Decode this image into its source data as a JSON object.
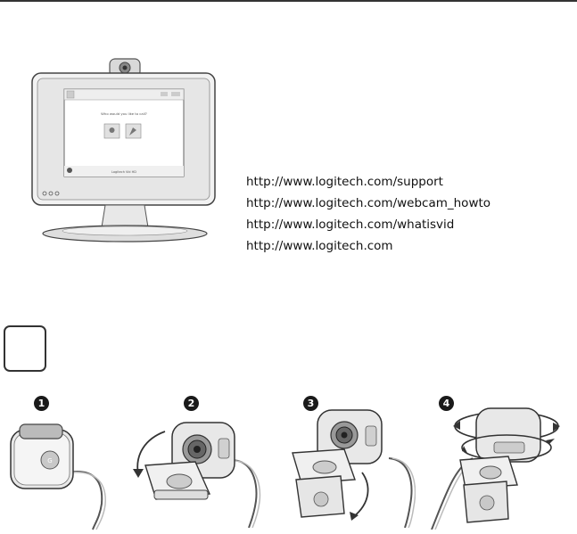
{
  "links": [
    "http://www.logitech.com/support",
    "http://www.logitech.com/webcam_howto",
    "http://www.logitech.com/whatisvid",
    "http://www.logitech.com"
  ],
  "monitor_screen": {
    "question": "Who would you like to call?",
    "footer": "Logitech Vid HD"
  },
  "steps": [
    "1",
    "2",
    "3",
    "4"
  ],
  "icons": {
    "step_1": "webcam-closed-icon",
    "step_2": "webcam-unfold-icon",
    "step_3": "webcam-clip-icon",
    "step_4": "webcam-rotate-icon"
  }
}
